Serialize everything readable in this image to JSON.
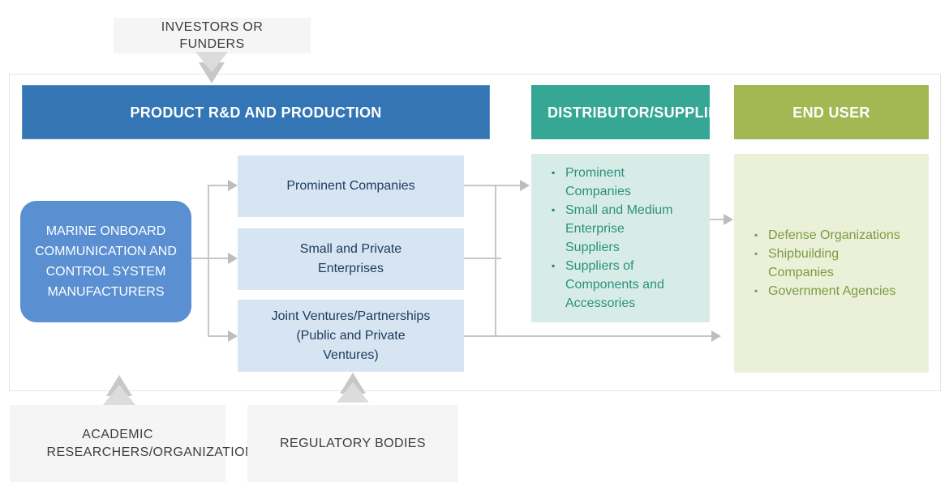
{
  "ui": {
    "bullet": "▪",
    "colors": {
      "rnd_header_blue": "#3476b5",
      "distributor_header_teal": "#36a695",
      "end_user_header_olive": "#a3b852",
      "manufacturer_blue": "#5a8fd2",
      "light_blue_box": "#d7e4f2",
      "light_teal_box": "#d8ece7",
      "light_olive_box": "#ebf0d9",
      "external_gray_box": "#f5f5f5",
      "connector_gray": "#c6c6c6",
      "navy_text": "#1c3a5e",
      "teal_text": "#2a917c",
      "olive_text": "#7d9b41"
    }
  },
  "external": {
    "investors_label": "INVESTORS OR FUNDERS",
    "academic_label": "ACADEMIC RESEARCHERS/ORGANIZATIONS",
    "regulatory_label": "REGULATORY BODIES"
  },
  "manufacturer_label": "MARINE ONBOARD COMMUNICATION AND CONTROL SYSTEM MANUFACTURERS",
  "columns": {
    "rnd": {
      "header": "PRODUCT R&D AND PRODUCTION",
      "boxes": [
        "Prominent Companies",
        "Small and Private Enterprises",
        "Joint Ventures/Partnerships (Public and Private Ventures)"
      ]
    },
    "distributor": {
      "header": "DISTRIBUTOR/SUPPLIER",
      "items": [
        "Prominent Companies",
        "Small and Medium Enterprise Suppliers",
        "Suppliers of Components and Accessories"
      ]
    },
    "end_user": {
      "header": "END USER",
      "items": [
        "Defense Organizations",
        "Shipbuilding Companies",
        "Government Agencies"
      ]
    }
  }
}
